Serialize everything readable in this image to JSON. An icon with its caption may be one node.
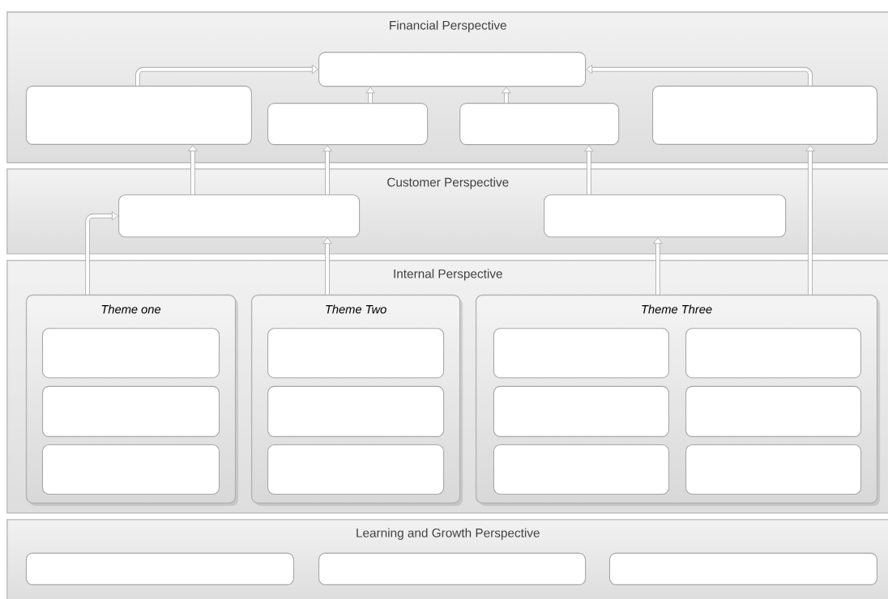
{
  "diagram": {
    "nodes": [
      {
        "text": [
          "Financial Perspective"
        ]
      },
      {
        "text": [],
        "shape": "box",
        "in": 0
      },
      {
        "text": [],
        "shape": "box",
        "in": 0
      },
      {
        "text": [],
        "shape": "box",
        "in": 0
      },
      {
        "text": [],
        "shape": "box",
        "in": 0
      },
      {
        "text": [],
        "shape": "box",
        "in": 0
      },
      {
        "text": [
          "Customer Perspective"
        ]
      },
      {
        "text": [],
        "shape": "box",
        "in": 6
      },
      {
        "text": [],
        "shape": "box",
        "in": 6
      },
      {
        "text": [
          "Internal Perspective"
        ]
      },
      {
        "text": [
          "Theme one"
        ],
        "in": 9
      },
      {
        "text": [],
        "shape": "box",
        "in": 10
      },
      {
        "text": [],
        "shape": "box",
        "in": 10
      },
      {
        "text": [],
        "shape": "box",
        "in": 10
      },
      {
        "text": [
          "Theme Two"
        ],
        "in": 9
      },
      {
        "text": [],
        "shape": "box",
        "in": 14
      },
      {
        "text": [],
        "shape": "box",
        "in": 14
      },
      {
        "text": [],
        "shape": "box",
        "in": 14
      },
      {
        "text": [
          "Theme Three"
        ],
        "in": 9
      },
      {
        "text": [],
        "shape": "box",
        "in": 18
      },
      {
        "text": [],
        "shape": "box",
        "in": 18
      },
      {
        "text": [],
        "shape": "box",
        "in": 18
      },
      {
        "text": [],
        "shape": "box",
        "in": 18
      },
      {
        "text": [],
        "shape": "box",
        "in": 18
      },
      {
        "text": [],
        "shape": "box",
        "in": 18
      },
      {
        "text": [
          "Learning and Growth Perspective"
        ]
      },
      {
        "text": [],
        "shape": "box",
        "in": 25
      },
      {
        "text": [],
        "shape": "box",
        "in": 25
      },
      {
        "text": [],
        "shape": "box",
        "in": 25
      }
    ],
    "edges": [
      {
        "from": 2,
        "to": 1,
        "arrow": "to"
      },
      {
        "from": 5,
        "to": 1,
        "arrow": "to"
      },
      {
        "from": 3,
        "to": 1,
        "arrow": "to"
      },
      {
        "from": 4,
        "to": 1,
        "arrow": "to"
      },
      {
        "from": 7,
        "to": 2,
        "arrow": "to"
      },
      {
        "from": 7,
        "to": 3,
        "arrow": "to"
      },
      {
        "from": 8,
        "to": 4,
        "arrow": "to"
      },
      {
        "from": 10,
        "to": 7,
        "arrow": "to"
      },
      {
        "from": 14,
        "to": 7,
        "arrow": "to"
      },
      {
        "from": 18,
        "to": 8,
        "arrow": "to"
      },
      {
        "from": 18,
        "to": 5,
        "arrow": "to"
      }
    ]
  }
}
